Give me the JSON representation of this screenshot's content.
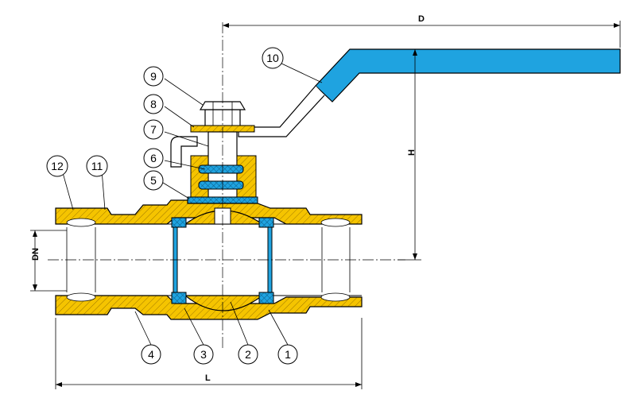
{
  "colors": {
    "brass": "#f5c400",
    "seal": "#1fa3e0",
    "line": "#000000",
    "background": "#ffffff"
  },
  "dimensions": {
    "d": "D",
    "h": "H",
    "l": "L",
    "dn": "DN"
  },
  "callouts": [
    "1",
    "2",
    "3",
    "4",
    "5",
    "6",
    "7",
    "8",
    "9",
    "10",
    "11",
    "12"
  ]
}
